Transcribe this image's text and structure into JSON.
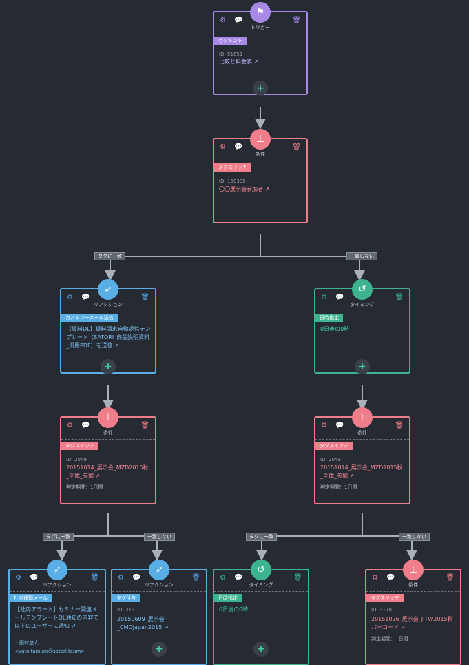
{
  "nodes": {
    "trigger": {
      "badge": "トリガー",
      "tag": "セグメント",
      "id": "ID: 51651",
      "link": "比較と料金表"
    },
    "cond1": {
      "badge": "条件",
      "tag": "タグスイッチ",
      "id": "ID: 150335",
      "link": "〇〇展示会参加者"
    },
    "react_left": {
      "badge": "リアクション",
      "tag": "カスタマーメール送信",
      "link": "【資料DL】資料請求自動返信テンプレート（SATORI_商品説明資料_汎用PDF）を送信"
    },
    "timing_right": {
      "badge": "タイミング",
      "tag": "日時指定",
      "link": "0日後の0時"
    },
    "cond_left": {
      "badge": "条件",
      "tag": "タグスイッチ",
      "id": "ID: 2049",
      "link": "20151014_展示会_MZD2015秋_全体_参加",
      "period": "判定期間：1日間"
    },
    "cond_right": {
      "badge": "条件",
      "tag": "タグスイッチ",
      "id": "ID: 2049",
      "link": "20151014_展示会_MZD2015秋_全体_参加",
      "period": "判定期間：1日間"
    },
    "b1": {
      "badge": "リアクション",
      "tag": "社内通知メール",
      "link": "【社内アラート】セミナー関連メールテンプレートDL通知の内容で以下のユーザーに通知",
      "extra": "・田村悠人 <yuto.tamura@satori.team>"
    },
    "b2": {
      "badge": "リアクション",
      "tag": "タグ付与",
      "id": "ID: 313",
      "link": "20150609_展示会_CMOjapan2015"
    },
    "b3": {
      "badge": "タイミング",
      "tag": "日時指定",
      "link": "0日後の0時"
    },
    "b4": {
      "badge": "条件",
      "tag": "タグスイッチ",
      "id": "ID: 3170",
      "link": "20151026_展示会_JITW2015秋_バーコード",
      "period": "判定期間：1日間"
    }
  },
  "branch_labels": {
    "match": "タグに一致",
    "nomatch": "一致しない"
  },
  "icons": {
    "trigger": "flag-icon",
    "condition": "sitemap-icon",
    "reaction": "rocket-icon",
    "timing": "clock-rotate-icon",
    "settings": "gear-icon",
    "comment": "comment-icon",
    "delete": "trash-icon",
    "add": "plus-icon",
    "external": "external-link-icon"
  },
  "colors": {
    "trigger": "#a889e6",
    "condition": "#f07e8a",
    "reaction": "#5aaee6",
    "timing": "#3db38f",
    "background": "#262b33"
  }
}
